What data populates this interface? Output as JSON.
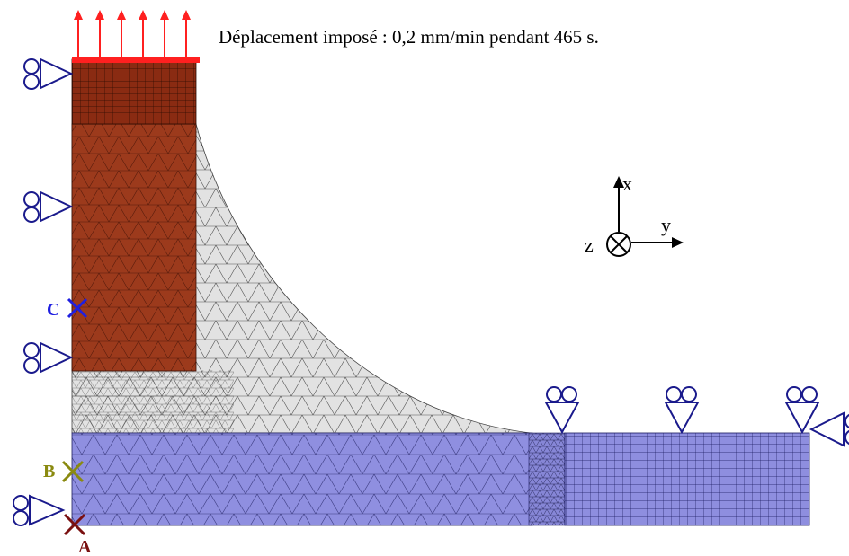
{
  "caption": "Déplacement imposé : 0,2 mm/min pendant 465 s.",
  "axes": {
    "x": "x",
    "y": "y",
    "z": "z"
  },
  "points": [
    {
      "label": "C",
      "color": "#1f1fe0"
    },
    {
      "label": "B",
      "color": "#8a8a10"
    },
    {
      "label": "A",
      "color": "#7a1010"
    }
  ],
  "colors": {
    "upper_structured": "#8a2b12",
    "upper_free": "#9c3a1c",
    "fillet": "#e2e2e2",
    "lower_free": "#8f8fe0",
    "lower_structured": "#8e8edf",
    "support": "#1a1a8c",
    "load_arrow": "#ff2020"
  }
}
